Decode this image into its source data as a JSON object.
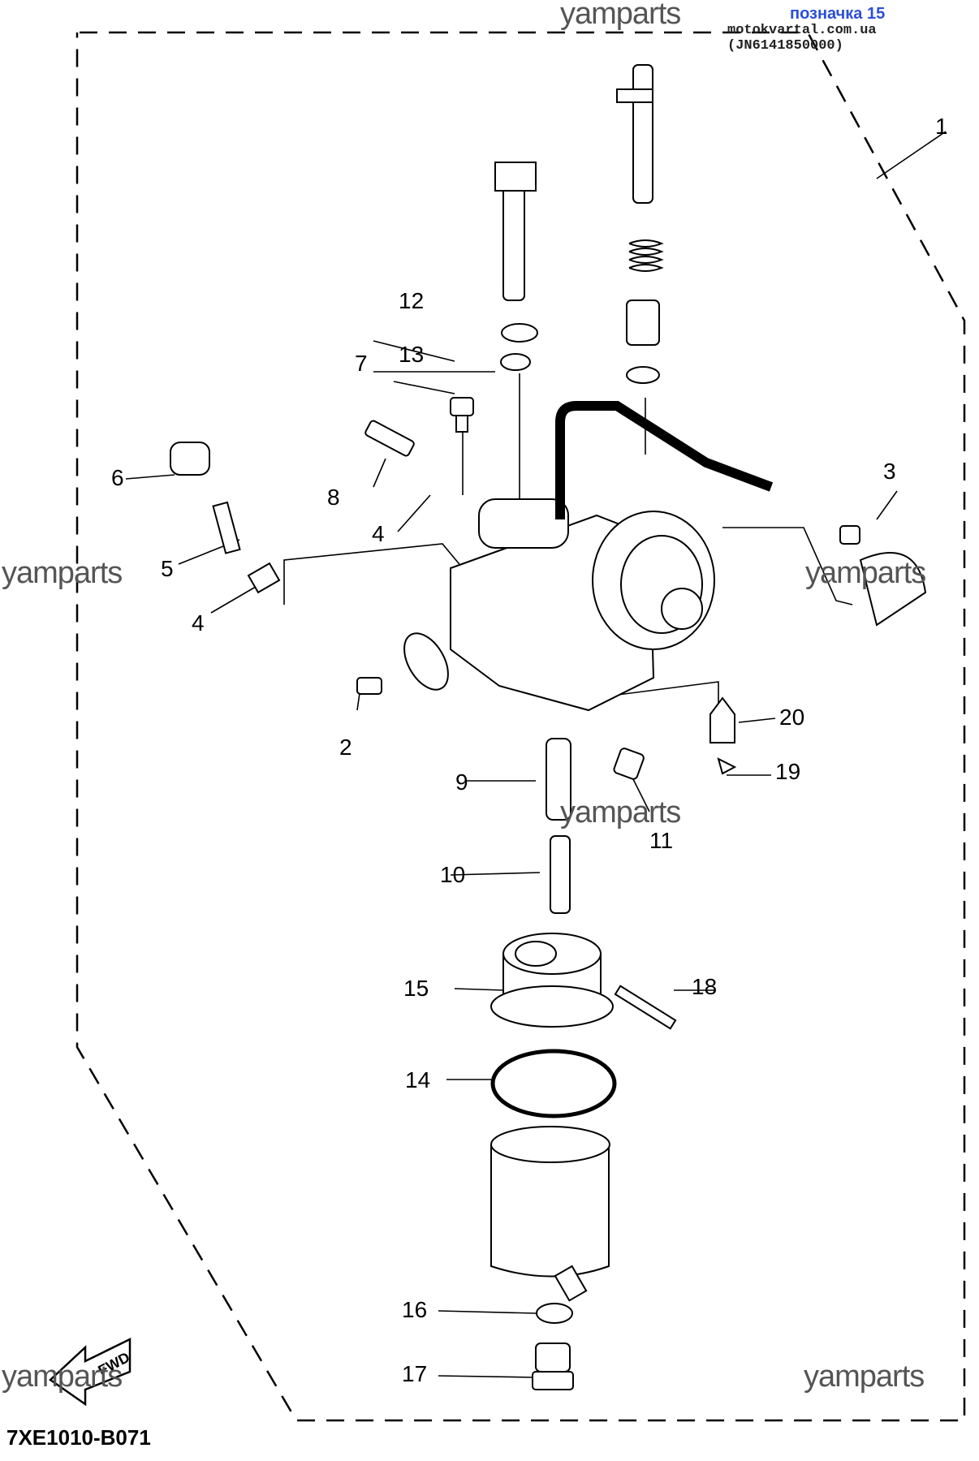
{
  "header": {
    "label": "позначка 15",
    "site": "motokvartal.com.ua (JN6141850000)"
  },
  "watermarks": [
    "yamparts",
    "yamparts",
    "yamparts",
    "yamparts",
    "yamparts",
    "yamparts"
  ],
  "callouts": [
    "1",
    "2",
    "3",
    "4",
    "4",
    "5",
    "6",
    "7",
    "8",
    "9",
    "10",
    "11",
    "12",
    "13",
    "14",
    "15",
    "16",
    "17",
    "18",
    "19",
    "20"
  ],
  "fwd_label": "FWD",
  "diagram_code": "7XE1010-B071"
}
